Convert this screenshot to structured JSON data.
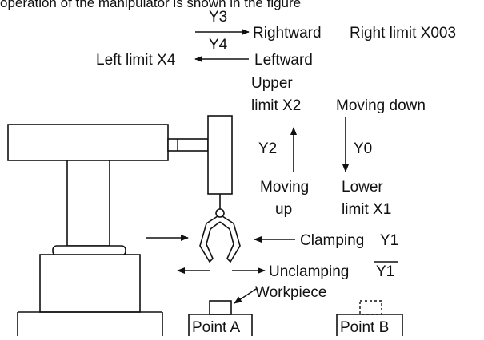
{
  "diagram": {
    "top_caption": "operation of the manipulator is shown in the figure",
    "rightward_output": "Y3",
    "leftward_output": "Y4",
    "rightward": "Rightward",
    "leftward": "Leftward",
    "right_limit": "Right limit X003",
    "left_limit": "Left limit X4",
    "upper_limit_line1": "Upper",
    "upper_limit_line2": "limit X2",
    "moving_down": "Moving down",
    "up_output": "Y2",
    "down_output": "Y0",
    "moving_up_line1": "Moving",
    "moving_up_line2": "up",
    "lower_limit_line1": "Lower",
    "lower_limit_line2": "limit X1",
    "clamping": "Clamping",
    "clamp_output": "Y1",
    "unclamping": "Unclamping",
    "unclamp_output": "Y1",
    "workpiece": "Workpiece",
    "point_a": "Point A",
    "point_b": "Point B"
  }
}
